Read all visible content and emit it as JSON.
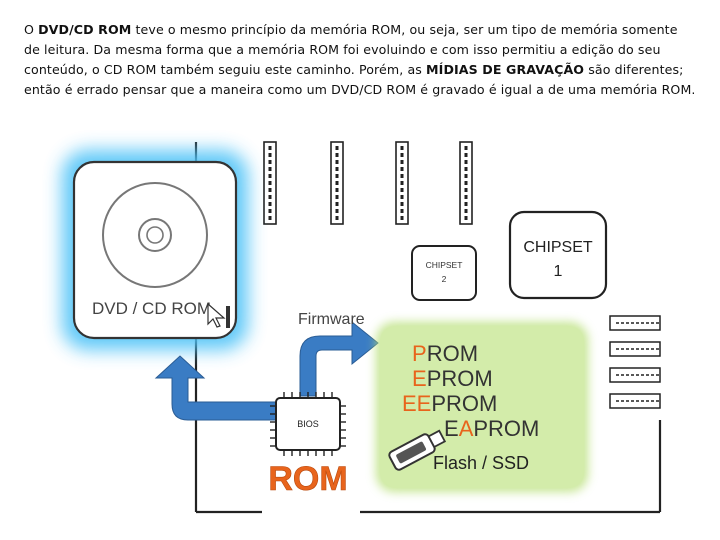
{
  "intro": {
    "part1": "O ",
    "bold1": "DVD/CD ROM",
    "part2": " teve o mesmo princípio da memória ROM, ou seja, ser um tipo de memória somente de leitura. Da mesma forma que a memória ROM foi evoluindo e com isso permitiu a edição do seu conteúdo, o CD ROM também seguiu este caminho. Porém, as ",
    "bold2": "MÍDIAS DE GRAVAÇÃO",
    "part3": " são diferentes; então é errado pensar que a maneira como um DVD/CD ROM é gravado é igual a de uma memória ROM."
  },
  "diagram": {
    "dvd_label": "DVD / CD ROM",
    "chipset1_line1": "CHIPSET",
    "chipset1_line2": "1",
    "chipset2_line1": "CHIPSET",
    "chipset2_line2": "2",
    "firmware_label": "Firmware",
    "bios_label": "BIOS",
    "rom_label": "ROM",
    "memory_types": [
      {
        "accent": "P",
        "rest": "ROM"
      },
      {
        "accent": "E",
        "rest": "PROM"
      },
      {
        "accent": "EE",
        "rest": "PROM"
      }
    ],
    "eaprom": {
      "pre": "E",
      "accent": "A",
      "rest": "PROM"
    },
    "flash_label": "Flash / SSD",
    "colors": {
      "accent": "#e8641c",
      "arrow": "#3a7cc4",
      "glow": "#4fc3f7",
      "green": "#cfe8a3",
      "line": "#333333"
    }
  }
}
